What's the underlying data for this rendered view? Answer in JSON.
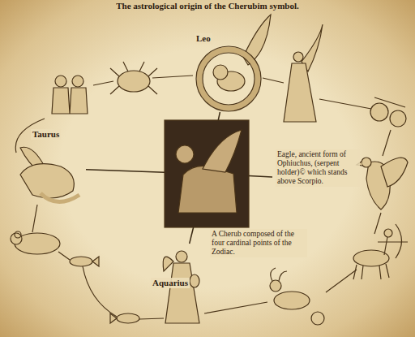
{
  "diagram": {
    "title": "The astrological origin of the Cherubim symbol.",
    "nodes": [
      {
        "text": [
          "Leo"
        ]
      },
      {
        "text": [
          "Taurus"
        ]
      },
      {
        "text": [
          "A Cherub composed of the four cardinal points of the Zodiac."
        ]
      },
      {
        "text": [
          "Eagle, ancient form of Ophiuchus, (serpent holder)© which stands above Scorpio."
        ]
      },
      {
        "text": [
          "Aquarius"
        ]
      }
    ],
    "edges": [
      {
        "from": 2,
        "to": 0,
        "arrow": "none"
      },
      {
        "from": 2,
        "to": 1,
        "arrow": "none"
      },
      {
        "from": 2,
        "to": 3,
        "arrow": "none"
      },
      {
        "from": 2,
        "to": 4,
        "arrow": "none"
      }
    ]
  }
}
